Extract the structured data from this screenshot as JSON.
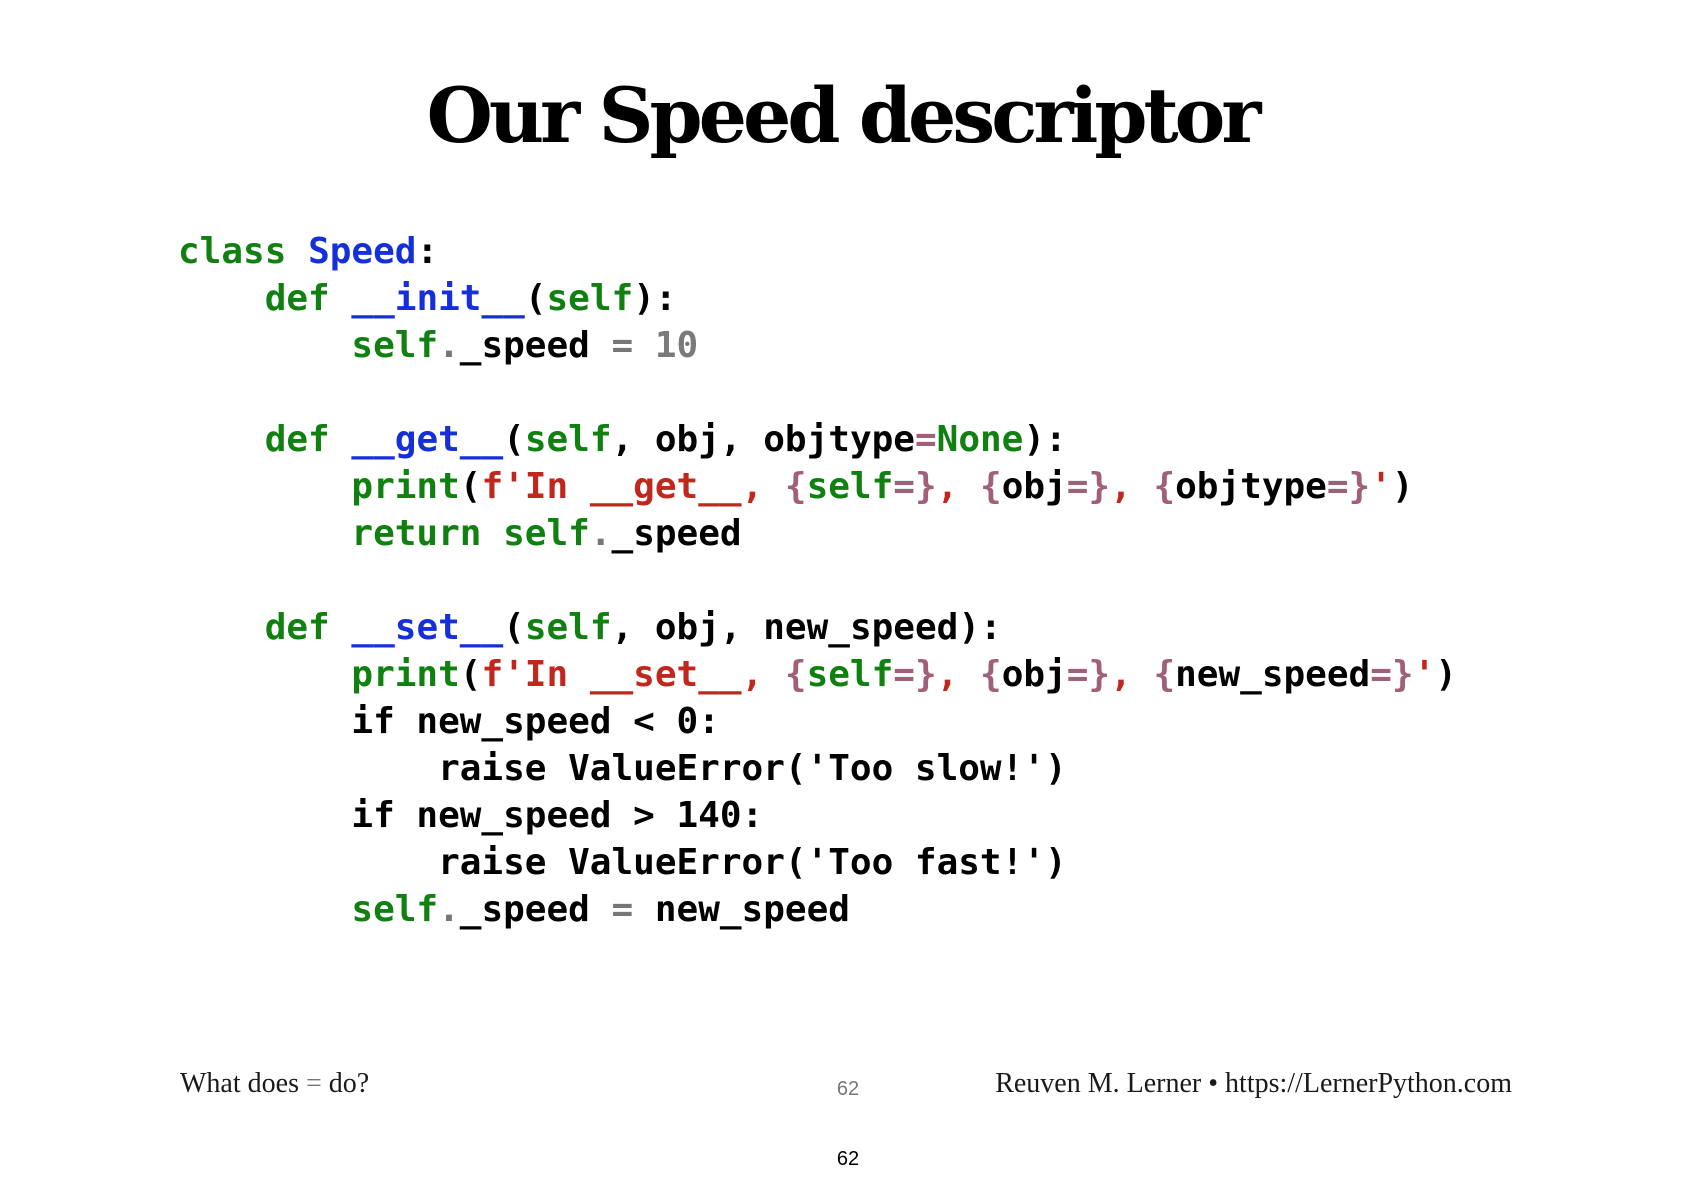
{
  "slide": {
    "title": "Our Speed descriptor"
  },
  "code": {
    "lines": [
      [
        [
          "kw",
          "class"
        ],
        [
          "plain",
          " "
        ],
        [
          "name",
          "Speed"
        ],
        [
          "plain",
          ":"
        ]
      ],
      [
        [
          "plain",
          "    "
        ],
        [
          "kw",
          "def"
        ],
        [
          "plain",
          " "
        ],
        [
          "name",
          "__init__"
        ],
        [
          "plain",
          "("
        ],
        [
          "kw",
          "self"
        ],
        [
          "plain",
          "):"
        ]
      ],
      [
        [
          "plain",
          "        "
        ],
        [
          "kw",
          "self"
        ],
        [
          "dim",
          "."
        ],
        [
          "plain",
          "_speed "
        ],
        [
          "dim",
          "="
        ],
        [
          "plain",
          " "
        ],
        [
          "num",
          "10"
        ]
      ],
      [],
      [
        [
          "plain",
          "    "
        ],
        [
          "kw",
          "def"
        ],
        [
          "plain",
          " "
        ],
        [
          "name",
          "__get__"
        ],
        [
          "plain",
          "("
        ],
        [
          "kw",
          "self"
        ],
        [
          "plain",
          ", obj, objtype"
        ],
        [
          "op",
          "="
        ],
        [
          "kw",
          "None"
        ],
        [
          "plain",
          "):"
        ]
      ],
      [
        [
          "plain",
          "        "
        ],
        [
          "kw",
          "print"
        ],
        [
          "plain",
          "("
        ],
        [
          "str",
          "f'In __get__, "
        ],
        [
          "op",
          "{"
        ],
        [
          "kw",
          "self"
        ],
        [
          "op",
          "=}"
        ],
        [
          "str",
          ", "
        ],
        [
          "op",
          "{"
        ],
        [
          "plain",
          "obj"
        ],
        [
          "op",
          "=}"
        ],
        [
          "str",
          ", "
        ],
        [
          "op",
          "{"
        ],
        [
          "plain",
          "objtype"
        ],
        [
          "op",
          "=}"
        ],
        [
          "str",
          "'"
        ],
        [
          "plain",
          ")"
        ]
      ],
      [
        [
          "plain",
          "        "
        ],
        [
          "kw",
          "return"
        ],
        [
          "plain",
          " "
        ],
        [
          "kw",
          "self"
        ],
        [
          "dim",
          "."
        ],
        [
          "plain",
          "_speed"
        ]
      ],
      [],
      [
        [
          "plain",
          "    "
        ],
        [
          "kw",
          "def"
        ],
        [
          "plain",
          " "
        ],
        [
          "name",
          "__set__"
        ],
        [
          "plain",
          "("
        ],
        [
          "kw",
          "self"
        ],
        [
          "plain",
          ", obj, new_speed):"
        ]
      ],
      [
        [
          "plain",
          "        "
        ],
        [
          "kw",
          "print"
        ],
        [
          "plain",
          "("
        ],
        [
          "str",
          "f'In __set__, "
        ],
        [
          "op",
          "{"
        ],
        [
          "kw",
          "self"
        ],
        [
          "op",
          "=}"
        ],
        [
          "str",
          ", "
        ],
        [
          "op",
          "{"
        ],
        [
          "plain",
          "obj"
        ],
        [
          "op",
          "=}"
        ],
        [
          "str",
          ", "
        ],
        [
          "op",
          "{"
        ],
        [
          "plain",
          "new_speed"
        ],
        [
          "op",
          "=}"
        ],
        [
          "str",
          "'"
        ],
        [
          "plain",
          ")"
        ]
      ],
      [
        [
          "plain",
          "        if new_speed < 0:"
        ]
      ],
      [
        [
          "plain",
          "            raise ValueError('Too slow!')"
        ]
      ],
      [
        [
          "plain",
          "        if new_speed > 140:"
        ]
      ],
      [
        [
          "plain",
          "            raise ValueError('Too fast!')"
        ]
      ],
      [
        [
          "plain",
          "        "
        ],
        [
          "kw",
          "self"
        ],
        [
          "dim",
          "."
        ],
        [
          "plain",
          "_speed "
        ],
        [
          "dim",
          "="
        ],
        [
          "plain",
          " new_speed"
        ]
      ]
    ]
  },
  "footer": {
    "left_before": "What does ",
    "left_eq": "=",
    "left_after": " do?",
    "center": "62",
    "right": "Reuven M. Lerner • https://LernerPython.com"
  },
  "page_number": "62",
  "colors": {
    "keyword": "#108010",
    "name": "#1530d8",
    "string": "#c0281e",
    "operator": "#a0607a",
    "number": "#7a7a7a"
  }
}
